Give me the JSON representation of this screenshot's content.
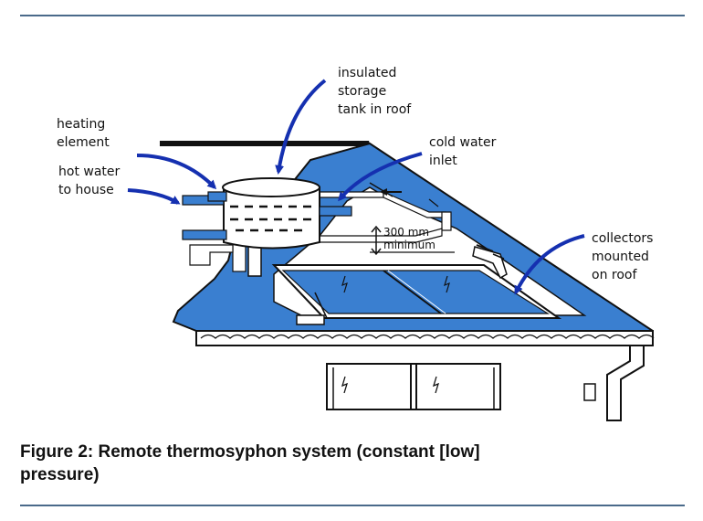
{
  "labels": {
    "insulated_tank": [
      "insulated",
      "storage",
      "tank in roof"
    ],
    "heating_element": [
      "heating",
      "element"
    ],
    "hot_water": [
      "hot water",
      "to house"
    ],
    "cold_water": [
      "cold water",
      "inlet"
    ],
    "clearance": [
      "300 mm",
      "minimum"
    ],
    "collectors": [
      "collectors",
      "mounted",
      "on roof"
    ]
  },
  "caption": [
    "Figure 2: Remote thermosyphon system (constant [low]",
    "pressure)"
  ],
  "colors": {
    "roof_blue": "#3a7fd0",
    "arrow_blue": "#1530b0",
    "outline": "#111111",
    "rule": "#4a6a8a"
  }
}
